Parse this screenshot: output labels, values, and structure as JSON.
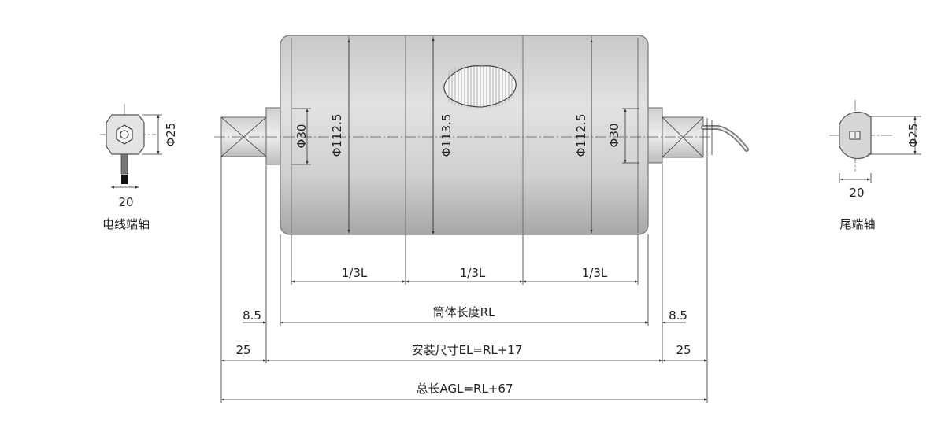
{
  "left_view": {
    "dia_label": "Φ25",
    "width_label": "20",
    "caption": "电线端轴"
  },
  "right_view": {
    "dia_label": "Φ25",
    "width_label": "20",
    "caption": "尾端轴"
  },
  "main": {
    "shaft_dia_left": "Φ30",
    "shaft_dia_right": "Φ30",
    "tube_dia_left": "Φ112.5",
    "tube_dia_center": "Φ113.5",
    "tube_dia_right": "Φ112.5"
  },
  "dims": {
    "third_1": "1/3L",
    "third_2": "1/3L",
    "third_3": "1/3L",
    "rl": "筒体长度RL",
    "offset_left": "8.5",
    "offset_right": "8.5",
    "el": "安装尺寸EL=RL+17",
    "end_left": "25",
    "end_right": "25",
    "agl": "总长AGL=RL+67"
  },
  "colors": {
    "tube_light": "#dadada",
    "tube_dark": "#a9a9a9",
    "line": "#333333"
  }
}
